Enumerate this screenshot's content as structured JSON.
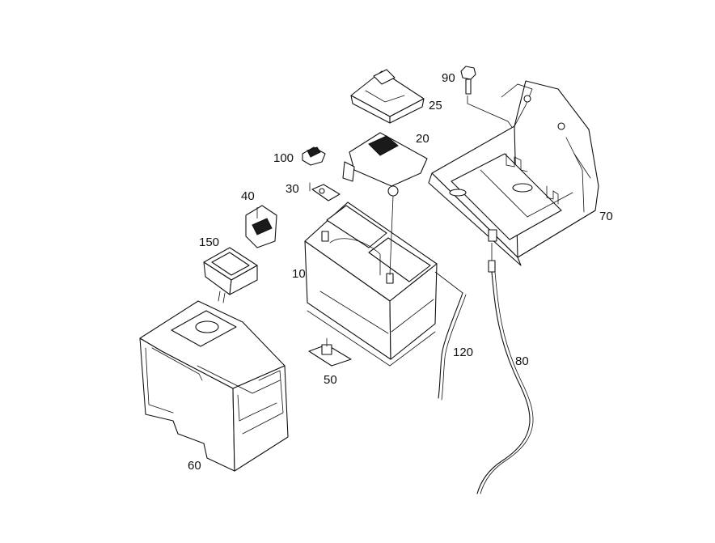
{
  "callouts": {
    "p10": "10",
    "p20": "20",
    "p25": "25",
    "p30": "30",
    "p40": "40",
    "p50": "50",
    "p60": "60",
    "p70": "70",
    "p80": "80",
    "p90": "90",
    "p100": "100",
    "p120": "120",
    "p150": "150"
  }
}
